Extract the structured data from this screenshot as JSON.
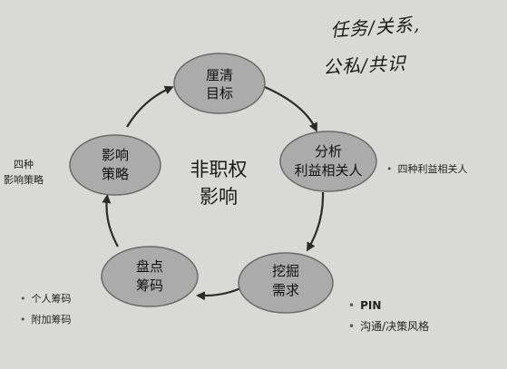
{
  "center_label": [
    "非职权",
    "影响"
  ],
  "nodes": [
    {
      "id": "clarify-goals",
      "lines": [
        "厘清",
        "目标"
      ]
    },
    {
      "id": "analyze-stakeholders",
      "lines": [
        "分析",
        "利益相关人"
      ]
    },
    {
      "id": "dig-needs",
      "lines": [
        "挖掘",
        "需求"
      ]
    },
    {
      "id": "inventory-chips",
      "lines": [
        "盘点",
        "筹码"
      ]
    },
    {
      "id": "influence-strategy",
      "lines": [
        "影响",
        "策略"
      ]
    }
  ],
  "annotations": {
    "influence_strategy": [
      "四种",
      "影响策略"
    ],
    "stakeholders": "四种利益相关人",
    "needs": [
      "PIN",
      "沟通/决策风格"
    ],
    "chips": [
      "个人筹码",
      "附加筹码"
    ]
  },
  "handwriting": [
    "任务/关系,",
    "公私/共识"
  ],
  "colors": {
    "node_fill": "#ababab",
    "node_stroke": "#6a6a6a",
    "arrow": "#2b2b2b",
    "background": "#d9d9d7"
  }
}
